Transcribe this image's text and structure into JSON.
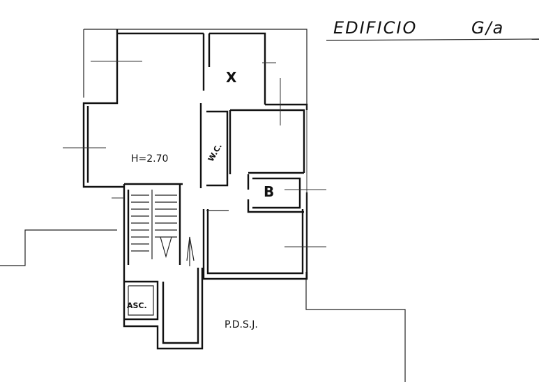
{
  "title": {
    "building": "EDIFICIO",
    "code": "G/a"
  },
  "labels": {
    "room_x": "X",
    "room_b": "B",
    "height": "H=2.70",
    "wc": "W.C.",
    "elevator": "ASC.",
    "landing": "P.D.S.J."
  }
}
